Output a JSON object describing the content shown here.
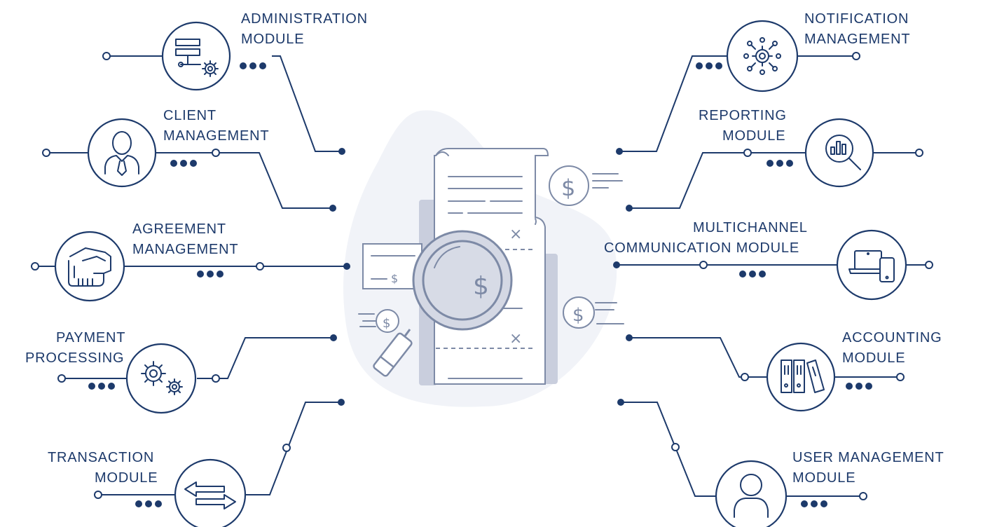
{
  "colors": {
    "primary": "#1d3a6b",
    "illustration": "#7d8aa6",
    "blob": "#f1f3f8",
    "paper_back": "#c9cedd"
  },
  "center": {
    "name": "invoice-magnifier-illustration",
    "currency_symbol": "$",
    "cross_mark": "×"
  },
  "modules": [
    {
      "id": "administration",
      "lines": [
        "ADMINISTRATION",
        "MODULE"
      ],
      "icon": "server-gear-icon"
    },
    {
      "id": "client",
      "lines": [
        "CLIENT",
        "MANAGEMENT"
      ],
      "icon": "person-tie-icon"
    },
    {
      "id": "agreement",
      "lines": [
        "AGREEMENT",
        "MANAGEMENT"
      ],
      "icon": "handshake-icon"
    },
    {
      "id": "payment",
      "lines": [
        "PAYMENT",
        "PROCESSING"
      ],
      "icon": "gears-icon"
    },
    {
      "id": "transaction",
      "lines": [
        "TRANSACTION",
        "MODULE"
      ],
      "icon": "arrows-exchange-icon"
    },
    {
      "id": "notification",
      "lines": [
        "NOTIFICATION",
        "MANAGEMENT"
      ],
      "icon": "network-gear-icon"
    },
    {
      "id": "reporting",
      "lines": [
        "REPORTING",
        "MODULE"
      ],
      "icon": "chart-magnifier-icon"
    },
    {
      "id": "multichannel",
      "lines": [
        "MULTICHANNEL",
        "COMMUNICATION MODULE"
      ],
      "icon": "laptop-phone-icon"
    },
    {
      "id": "accounting",
      "lines": [
        "ACCOUNTING",
        "MODULE"
      ],
      "icon": "binders-icon"
    },
    {
      "id": "user",
      "lines": [
        "USER MANAGEMENT",
        "MODULE"
      ],
      "icon": "user-icon"
    }
  ]
}
